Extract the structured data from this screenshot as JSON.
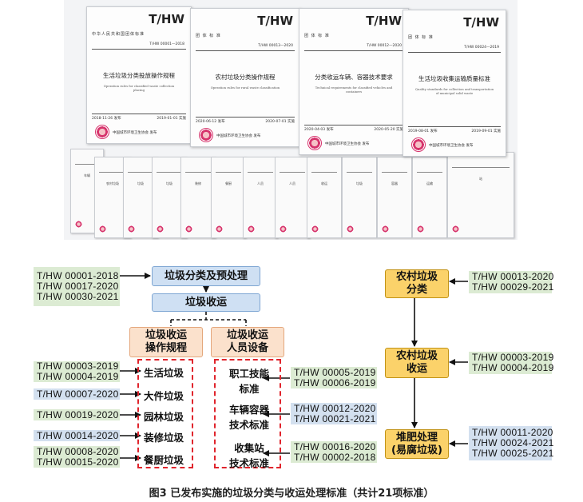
{
  "covers": [
    {
      "th": "T/HW",
      "org": "中华人民共和国团体标准",
      "num": "T/HW 00001—2018",
      "title": "生活垃圾分类投放操作规程",
      "en": "Operation rules for classified waste collection placing",
      "date_l": "2018-11-26 发布",
      "date_r": "2019-01-01 实施",
      "pub": "中国城市环境卫生协会  发布"
    },
    {
      "th": "T/HW",
      "org": "团  体  标  准",
      "num": "T/HW 00013—2020",
      "title": "农村垃圾分类操作规程",
      "en": "Operation rules for rural waste classification",
      "date_l": "2020-06-12 发布",
      "date_r": "2020-07-01 实施",
      "pub": "中国城市环境卫生协会  发布"
    },
    {
      "th": "T/HW",
      "org": "团  体  标  准",
      "num": "T/HW 00012—2020",
      "title": "分类收运车辆、容器技术要求",
      "en": "Technical requirements for classified vehicles and containers",
      "date_l": "2020-04-03 发布",
      "date_r": "2020-05-20 实施",
      "pub": "中国城市环境卫生协会  发布"
    },
    {
      "th": "T/HW",
      "org": "团  体  标  准",
      "num": "T/HW 00024—2019",
      "title": "生活垃圾收集运输质量标准",
      "en": "Quality standards for collection and transportation of municipal solid waste",
      "date_l": "2019-08-01 发布",
      "date_r": "2019-09-01 实施",
      "pub": "中国城市环境卫生协会  发布"
    }
  ],
  "minis": [
    "车辆",
    "农村垃圾",
    "垃圾",
    "垃圾",
    "装修",
    "餐厨",
    "人员",
    "人员",
    "收运",
    "垃圾",
    "容器",
    "运输",
    "站"
  ],
  "flow": {
    "node1": "垃圾分类及预处理",
    "node2": "垃圾收运",
    "node3a": "垃圾收运",
    "node3b": "操作规程",
    "node4a": "垃圾收运",
    "node4b": "人员设备",
    "rural1a": "农村垃圾",
    "rural1b": "分类",
    "rural2a": "农村垃圾",
    "rural2b": "收运",
    "rural3a": "堆肥处理",
    "rural3b": "(易腐垃圾)"
  },
  "categories": {
    "living": "生活垃圾",
    "bulky": "大件垃圾",
    "garden": "园林垃圾",
    "decor": "装修垃圾",
    "kitchen": "餐厨垃圾",
    "skill_a": "职工技能",
    "skill_b": "标准",
    "vehicle_a": "车辆容器",
    "vehicle_b": "技术标准",
    "station_a": "收集站",
    "station_b": "技术标准"
  },
  "codes": {
    "pre_1": "T/HW 00001-2018",
    "pre_2": "T/HW 00017-2020",
    "pre_3": "T/HW 00030-2021",
    "living_1": "T/HW 00003-2019",
    "living_2": "T/HW 00004-2019",
    "bulky": "T/HW 00007-2020",
    "garden": "T/HW 00019-2020",
    "decor": "T/HW 00014-2020",
    "kitchen_1": "T/HW 00008-2020",
    "kitchen_2": "T/HW 00015-2020",
    "skill_1": "T/HW 00005-2019",
    "skill_2": "T/HW 00006-2019",
    "vehicle_1": "T/HW 00012-2020",
    "vehicle_2": "T/HW 00021-2021",
    "station_1": "T/HW 00016-2020",
    "station_2": "T/HW 00002-2018",
    "rural_cls_1": "T/HW 00013-2020",
    "rural_cls_2": "T/HW 00029-2021",
    "rural_col_1": "T/HW 00003-2019",
    "rural_col_2": "T/HW 00004-2019",
    "compost_1": "T/HW 00011-2020",
    "compost_2": "T/HW 00024-2021",
    "compost_3": "T/HW 00025-2021"
  },
  "caption": "图3 已发布实施的垃圾分类与收运处理标准（共计21项标准）",
  "colors": {
    "blue_box": "#cfe0f3",
    "peach_box": "#fbe1cc",
    "gold_box": "#fbd26a",
    "green_tag": "#dcebd3",
    "blue_tag": "#d3e0ef",
    "dash_red": "#e0242c"
  }
}
